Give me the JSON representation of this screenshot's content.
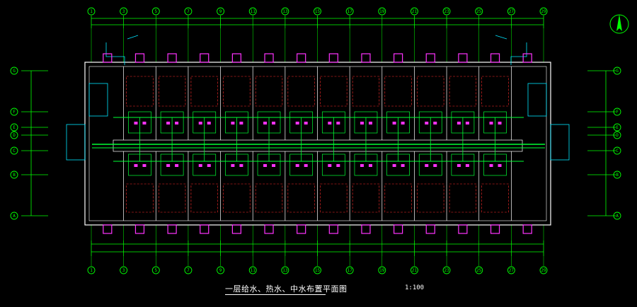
{
  "drawing": {
    "title": "一层给水、热水、中水布置平面图",
    "scale": "1:100"
  },
  "grid": {
    "columns": [
      "1",
      "3",
      "5",
      "7",
      "9",
      "11",
      "13",
      "15",
      "17",
      "19",
      "21",
      "23",
      "25",
      "27",
      "29"
    ],
    "rows": [
      "G",
      "F",
      "E",
      "D",
      "C",
      "B",
      "A"
    ]
  },
  "colors": {
    "background": "#000000",
    "grid_line": "#00ff00",
    "dimension": "#00ff00",
    "wall": "#ffffff",
    "pipe_hot": "#ff2a2a",
    "pipe_supply": "#00ff33",
    "pipe_reclaimed": "#00e5ff",
    "fixture": "#ff33ff",
    "text": "#ffffff",
    "axis_bubble": "#00ff00"
  },
  "icons": {
    "north_arrow": "north-arrow-icon"
  }
}
